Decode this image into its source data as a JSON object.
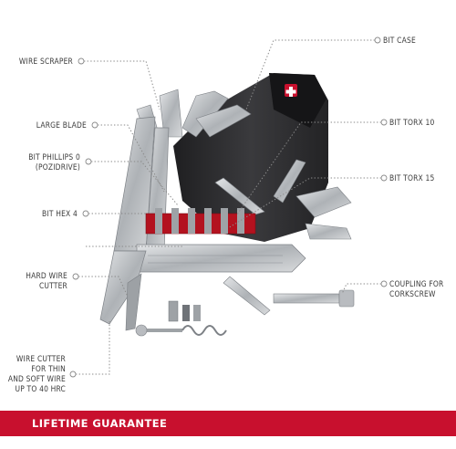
{
  "callouts": {
    "wire_scraper": "WIRE SCRAPER",
    "large_blade": "LARGE BLADE",
    "bit_phillips": "BIT PHILLIPS 0\n(POZIDRIVE)",
    "bit_hex": "BIT HEX 4",
    "hard_wire_cutter": "HARD WIRE\nCUTTER",
    "wire_cutter_thin": "WIRE CUTTER\nFOR THIN\nAND SOFT WIRE\nUP TO 40 HRC",
    "bit_case": "BIT CASE",
    "bit_torx_10": "BIT TORX 10",
    "bit_torx_15": "BIT TORX 15",
    "coupling_corkscrew": "COUPLING FOR\nCORKSCREW"
  },
  "banner": {
    "text": "LIFETIME GUARANTEE",
    "color": "#c8102e"
  },
  "colors": {
    "steel": "#b9bcc0",
    "steel_dark": "#7d8186",
    "pouch": "#2b2b2d",
    "bit_holder": "#b3121f"
  }
}
